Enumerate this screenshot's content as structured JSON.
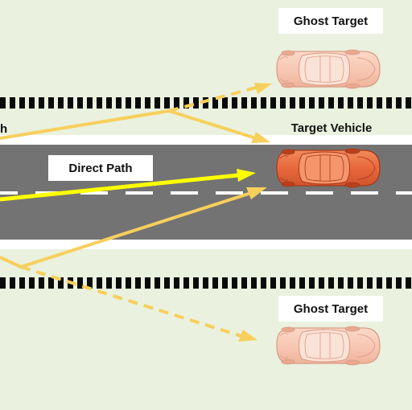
{
  "labels": {
    "ghost_target_top": "Ghost Target",
    "target_vehicle": "Target Vehicle",
    "direct_path": "Direct Path",
    "ghost_target_bottom": "Ghost Target",
    "cut_off_left": "h"
  },
  "colors": {
    "background": "#eaf1de",
    "road": "#737373",
    "lane_marking": "#ffffff",
    "barrier": "#0a0a0a",
    "direct_path_arrow": "#ffff00",
    "multipath_arrow": "#f7cf5c",
    "target_vehicle": "#e8683c",
    "ghost_vehicle": "#f7c8b4"
  },
  "icons": {
    "target_vehicle": "car-icon",
    "ghost_vehicle": "ghost-car-icon"
  }
}
